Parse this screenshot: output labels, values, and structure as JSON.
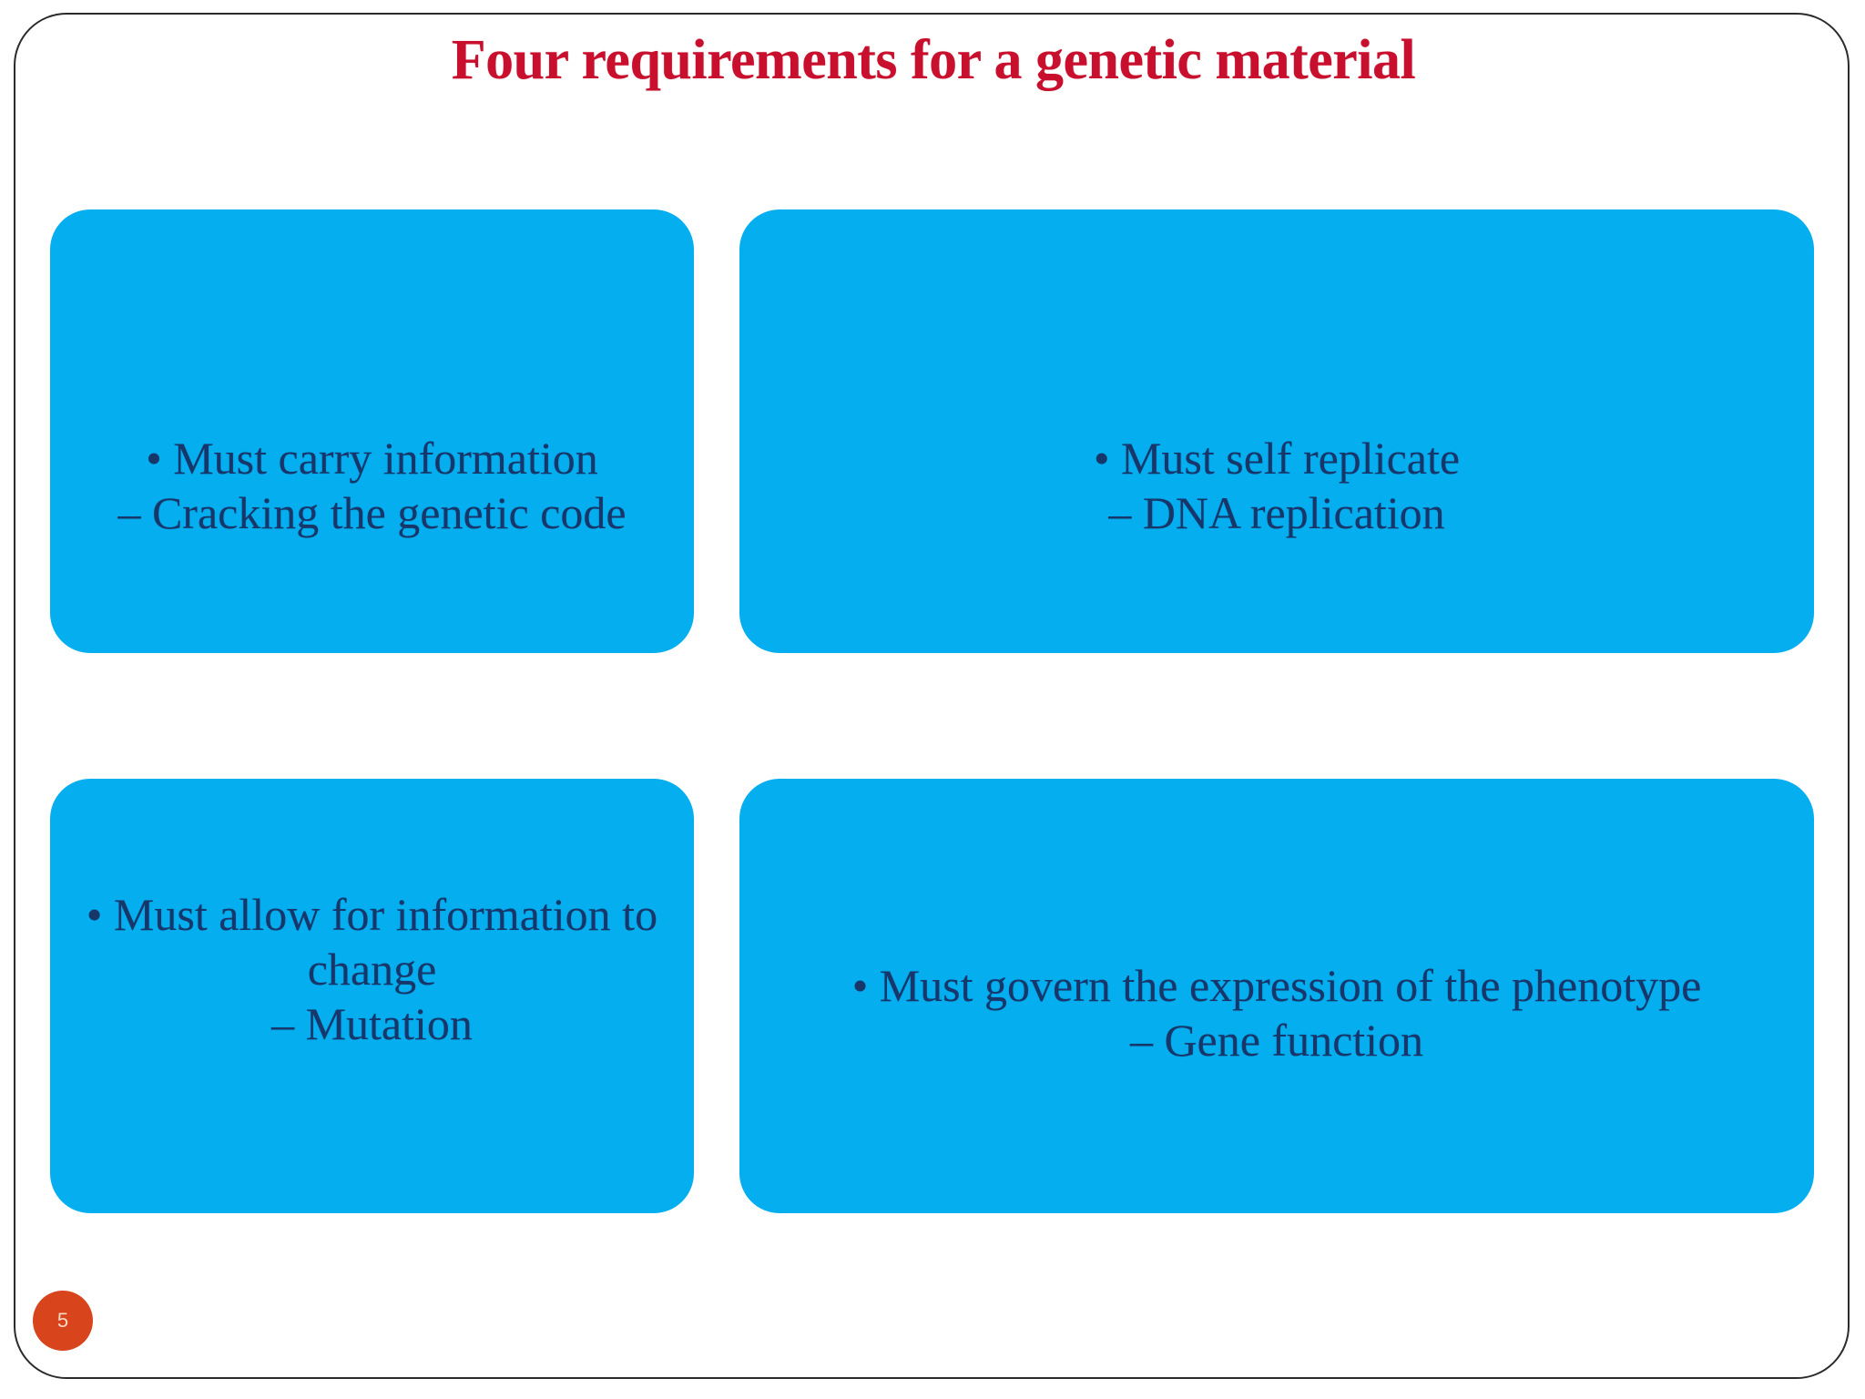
{
  "slide": {
    "title": "Four requirements for a genetic material",
    "title_color": "#c8102e",
    "background_color": "#ffffff",
    "border_color": "#2b2b2b",
    "page_number": "5",
    "page_number_badge_color": "#d8451c"
  },
  "boxes": [
    {
      "id": "box-1",
      "fill_color": "#05AEEF",
      "text_color": "#17376b",
      "main": "• Must carry information",
      "sub": "– Cracking the genetic code"
    },
    {
      "id": "box-2",
      "fill_color": "#05AEEF",
      "text_color": "#17376b",
      "main": "• Must self replicate",
      "sub": "– DNA replication"
    },
    {
      "id": "box-3",
      "fill_color": "#05AEEF",
      "text_color": "#17376b",
      "main": "• Must allow for information to change",
      "sub": "– Mutation"
    },
    {
      "id": "box-4",
      "fill_color": "#05AEEF",
      "text_color": "#17376b",
      "main": "• Must govern the expression of the phenotype",
      "sub": "– Gene function"
    }
  ]
}
